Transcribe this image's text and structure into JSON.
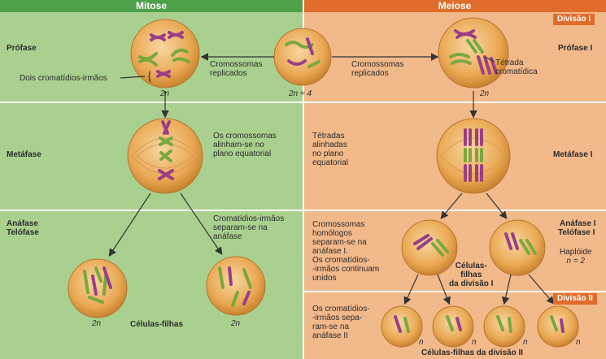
{
  "headers": {
    "mitose": "Mitose",
    "meiose": "Meiose"
  },
  "tags": {
    "divisao1": "Divisão I",
    "divisao2": "Divisão II"
  },
  "left_phases": {
    "profase": "Prófase",
    "metafase": "Metáfase",
    "anafase": "Anáfase",
    "telofase": "Telófase"
  },
  "right_phases": {
    "profase1": "Prófase I",
    "metafase1": "Metáfase I",
    "anafase1": "Anáfase I",
    "telofase1": "Telófase I"
  },
  "labels": {
    "dois_cromatidios": "Dois cromatídios-irmãos",
    "replicados_l": [
      "Cromossomas",
      "replicados"
    ],
    "replicados_r": [
      "Cromossomas",
      "replicados"
    ],
    "tetrada": [
      "Tétrada",
      "cromatídica"
    ],
    "cromossomas_alinham": [
      "Os cromossomas",
      "alinham-se no",
      "plano equatorial"
    ],
    "tetradas_alinhadas": [
      "Tétradas",
      "alinhadas",
      "no plano",
      "equatorial"
    ],
    "cromatidios_separam": [
      "Cromatídios-irmãos",
      "separam-se na",
      "anáfase"
    ],
    "homologos_separam": [
      "Cromossomas",
      "homólogos",
      "separam-se na",
      "anáfase I.",
      "Os cromatídios-",
      "-irmãos continuam",
      "unidos"
    ],
    "celulas_filhas_div1": [
      "Células-",
      "filhas",
      "da divisão I"
    ],
    "haploide": [
      "Haplóide",
      "n = 2"
    ],
    "cromatidios_separam2": [
      "Os cromatídios-",
      "-irmãos sepa-",
      "ram-se na",
      "anáfase II"
    ],
    "celulas_filhas": "Células-filhas",
    "celulas_filhas_div2": "Células-filhas da divisão II"
  },
  "ploidy": {
    "center": "2n = 4",
    "prof_l": "2n",
    "prof_r": "2n",
    "daughter_l1": "2n",
    "daughter_l2": "2n",
    "n1": "n",
    "n2": "n",
    "n3": "n",
    "n4": "n"
  },
  "colors": {
    "mitose_bg": "#a9d08e",
    "meiose_bg": "#f2b98a",
    "mitose_hdr": "#4fa04a",
    "meiose_hdr": "#e06c2c",
    "cell": "#e8a24c",
    "chrom_green": "#7aa83c",
    "chrom_purple": "#9a3f86"
  }
}
